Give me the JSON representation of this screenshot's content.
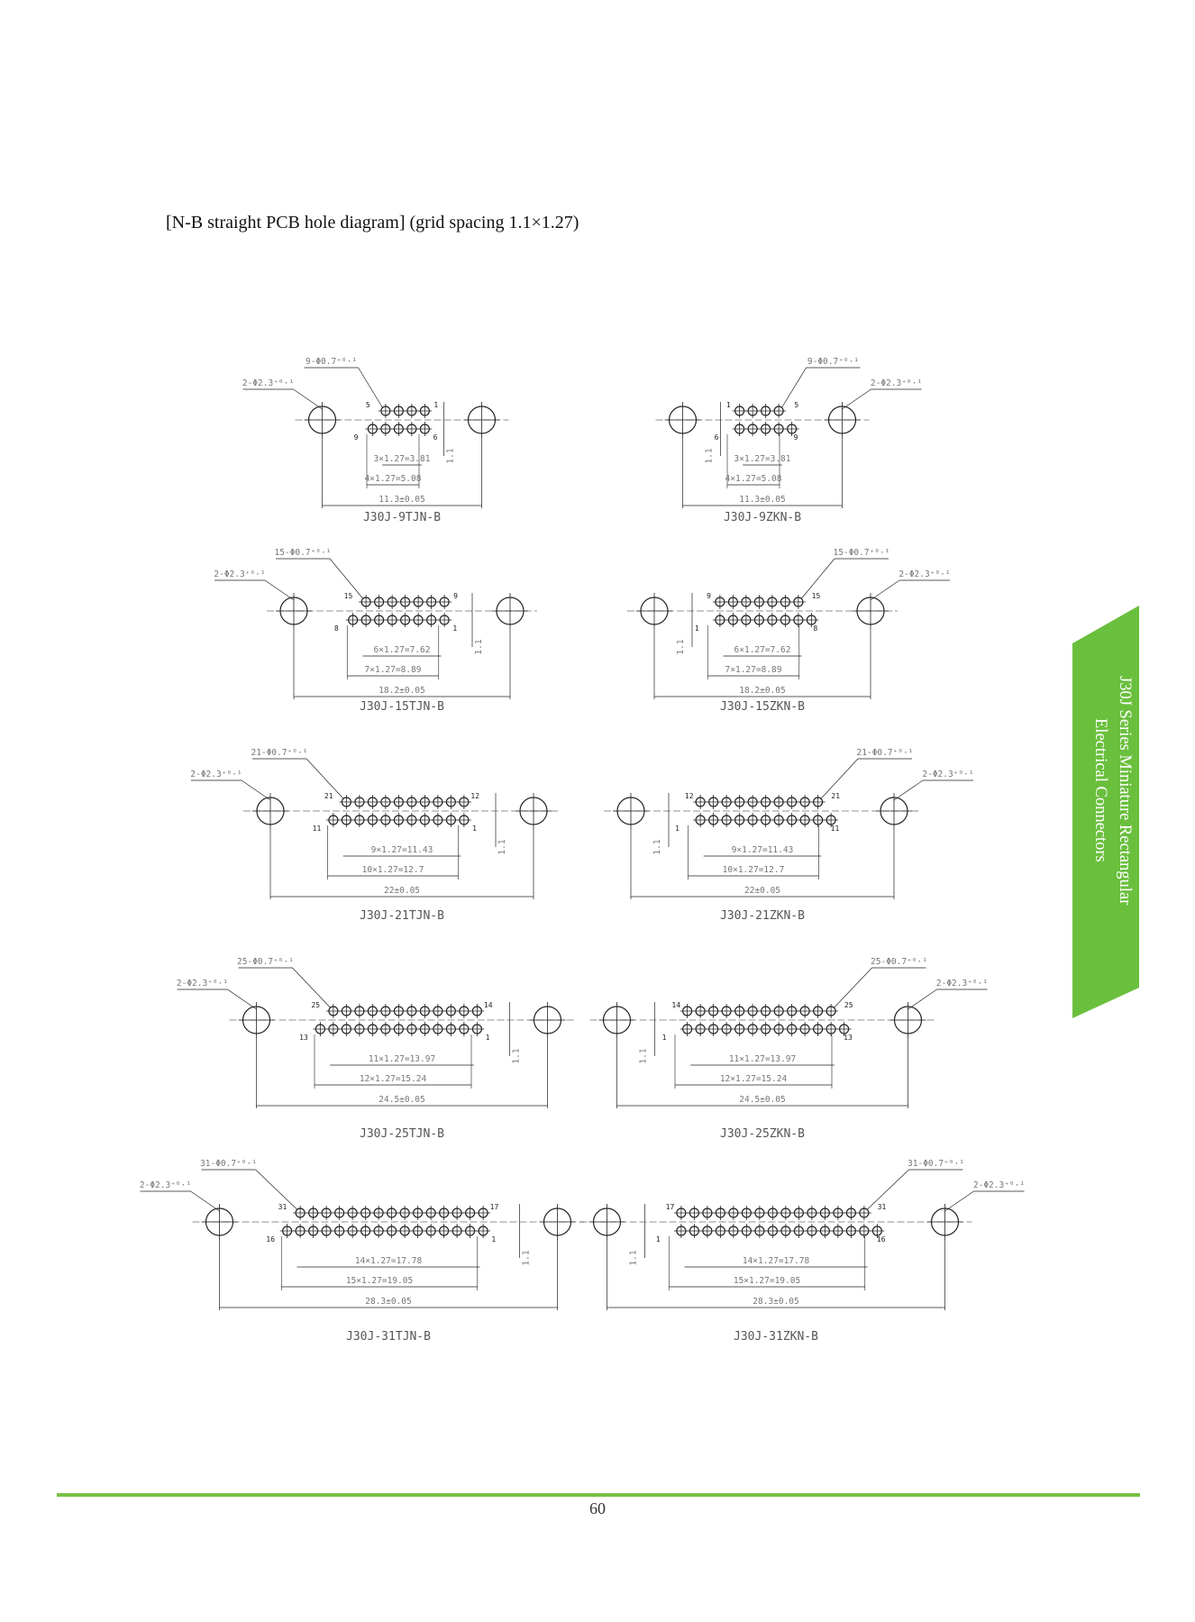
{
  "document": {
    "title": "[N-B straight PCB hole diagram] (grid spacing 1.1×1.27)",
    "side_tab": {
      "line1": "J30J Series Miniature Rectangular",
      "line2": "Electrical Connectors",
      "color": "#6abf3d"
    },
    "page_number": "60",
    "footer_line_color": "#79c142"
  },
  "drawings": [
    {
      "caption": "J30J-9TJN-B",
      "pins": 9,
      "row_a": 5,
      "row_b": 4,
      "mount": "2-Φ2.3",
      "pin_holes": "9-Φ0.7",
      "dim_inner": "3×1.27=3.81",
      "dim_outer": "4×1.27=5.08",
      "dim_total": "11.3±0.05",
      "pitch_v": "1.1",
      "labels": [
        "5",
        "1",
        "9",
        "6"
      ],
      "mirror": false
    },
    {
      "caption": "J30J-9ZKN-B",
      "pins": 9,
      "row_a": 5,
      "row_b": 4,
      "mount": "2-Φ2.3",
      "pin_holes": "9-Φ0.7",
      "dim_inner": "3×1.27=3.81",
      "dim_outer": "4×1.27=5.08",
      "dim_total": "11.3±0.05",
      "pitch_v": "1.1",
      "labels": [
        "1",
        "5",
        "6",
        "9"
      ],
      "mirror": true
    },
    {
      "caption": "J30J-15TJN-B",
      "pins": 15,
      "row_a": 8,
      "row_b": 7,
      "mount": "2-Φ2.3",
      "pin_holes": "15-Φ0.7",
      "dim_inner": "6×1.27=7.62",
      "dim_outer": "7×1.27=8.89",
      "dim_total": "18.2±0.05",
      "pitch_v": "1.1",
      "labels": [
        "15",
        "9",
        "8",
        "1"
      ],
      "mirror": false
    },
    {
      "caption": "J30J-15ZKN-B",
      "pins": 15,
      "row_a": 8,
      "row_b": 7,
      "mount": "2-Φ2.3",
      "pin_holes": "15-Φ0.7",
      "dim_inner": "6×1.27=7.62",
      "dim_outer": "7×1.27=8.89",
      "dim_total": "18.2±0.05",
      "pitch_v": "1.1",
      "labels": [
        "9",
        "15",
        "1",
        "8"
      ],
      "mirror": true
    },
    {
      "caption": "J30J-21TJN-B",
      "pins": 21,
      "row_a": 11,
      "row_b": 10,
      "mount": "2-Φ2.3",
      "pin_holes": "21-Φ0.7",
      "dim_inner": "9×1.27=11.43",
      "dim_outer": "10×1.27=12.7",
      "dim_total": "22±0.05",
      "pitch_v": "1.1",
      "labels": [
        "21",
        "12",
        "11",
        "1"
      ],
      "mirror": false
    },
    {
      "caption": "J30J-21ZKN-B",
      "pins": 21,
      "row_a": 11,
      "row_b": 10,
      "mount": "2-Φ2.3",
      "pin_holes": "21-Φ0.7",
      "dim_inner": "9×1.27=11.43",
      "dim_outer": "10×1.27=12.7",
      "dim_total": "22±0.05",
      "pitch_v": "1.1",
      "labels": [
        "12",
        "21",
        "1",
        "11"
      ],
      "mirror": true
    },
    {
      "caption": "J30J-25TJN-B",
      "pins": 25,
      "row_a": 13,
      "row_b": 12,
      "mount": "2-Φ2.3",
      "pin_holes": "25-Φ0.7",
      "dim_inner": "11×1.27=13.97",
      "dim_outer": "12×1.27=15.24",
      "dim_total": "24.5±0.05",
      "pitch_v": "1.1",
      "labels": [
        "25",
        "14",
        "13",
        "1"
      ],
      "mirror": false
    },
    {
      "caption": "J30J-25ZKN-B",
      "pins": 25,
      "row_a": 13,
      "row_b": 12,
      "mount": "2-Φ2.3",
      "pin_holes": "25-Φ0.7",
      "dim_inner": "11×1.27=13.97",
      "dim_outer": "12×1.27=15.24",
      "dim_total": "24.5±0.05",
      "pitch_v": "1.1",
      "labels": [
        "14",
        "25",
        "1",
        "13"
      ],
      "mirror": true
    },
    {
      "caption": "J30J-31TJN-B",
      "pins": 31,
      "row_a": 16,
      "row_b": 15,
      "mount": "2-Φ2.3",
      "pin_holes": "31-Φ0.7",
      "dim_inner": "14×1.27=17.78",
      "dim_outer": "15×1.27=19.05",
      "dim_total": "28.3±0.05",
      "pitch_v": "1.1",
      "labels": [
        "31",
        "17",
        "16",
        "1"
      ],
      "mirror": false
    },
    {
      "caption": "J30J-31ZKN-B",
      "pins": 31,
      "row_a": 16,
      "row_b": 15,
      "mount": "2-Φ2.3",
      "pin_holes": "31-Φ0.7",
      "dim_inner": "14×1.27=17.78",
      "dim_outer": "15×1.27=19.05",
      "dim_total": "28.3±0.05",
      "pitch_v": "1.1",
      "labels": [
        "17",
        "31",
        "1",
        "16"
      ],
      "mirror": true
    }
  ]
}
